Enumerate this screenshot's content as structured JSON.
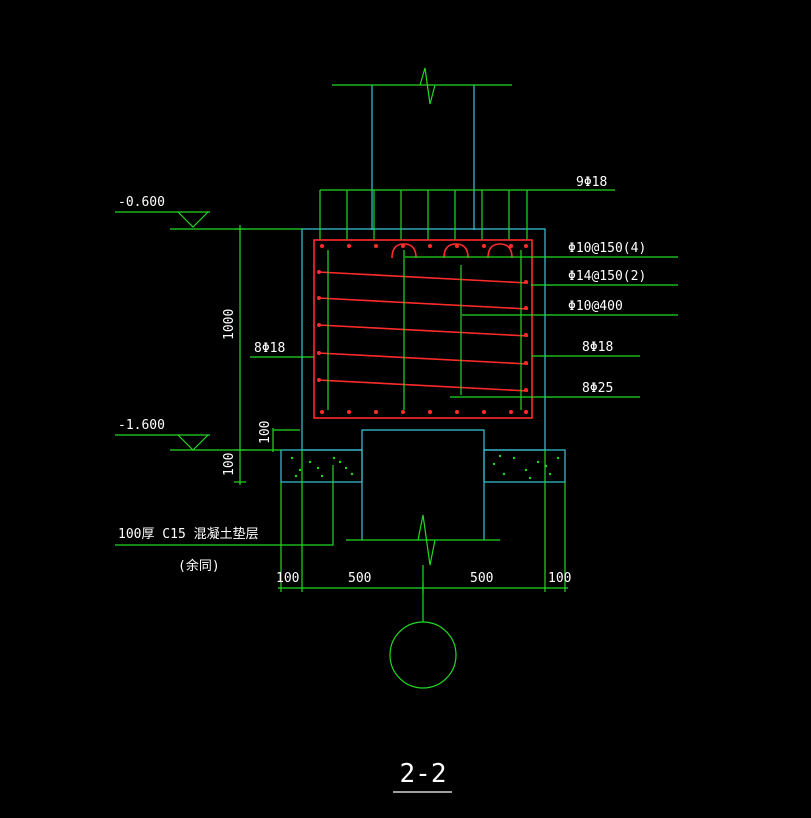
{
  "title": "2-2",
  "elevations": {
    "top": "-0.600",
    "bottom": "-1.600"
  },
  "dimensions": {
    "height": "1000",
    "pad_step": "100",
    "pad_thickness": "100",
    "bottom_left_edge": "100",
    "bottom_left_half": "500",
    "bottom_right_half": "500",
    "bottom_right_edge": "100"
  },
  "rebar_labels": {
    "top_bars": "9Φ18",
    "stirrups_outer": "Φ10@150(4)",
    "ties": "Φ14@150(2)",
    "inner_ties": "Φ10@400",
    "side_bars_left": "8Φ18",
    "side_bars_right": "8Φ18",
    "bottom_bars": "8Φ25"
  },
  "notes": {
    "pad_note": "100厚 C15 混凝土垫层",
    "pad_note_sub": "(余同)"
  },
  "colors": {
    "concrete": "#39c6d6",
    "dimension": "#22d822",
    "rebar": "#ff2b2b",
    "text": "#ffffff"
  }
}
